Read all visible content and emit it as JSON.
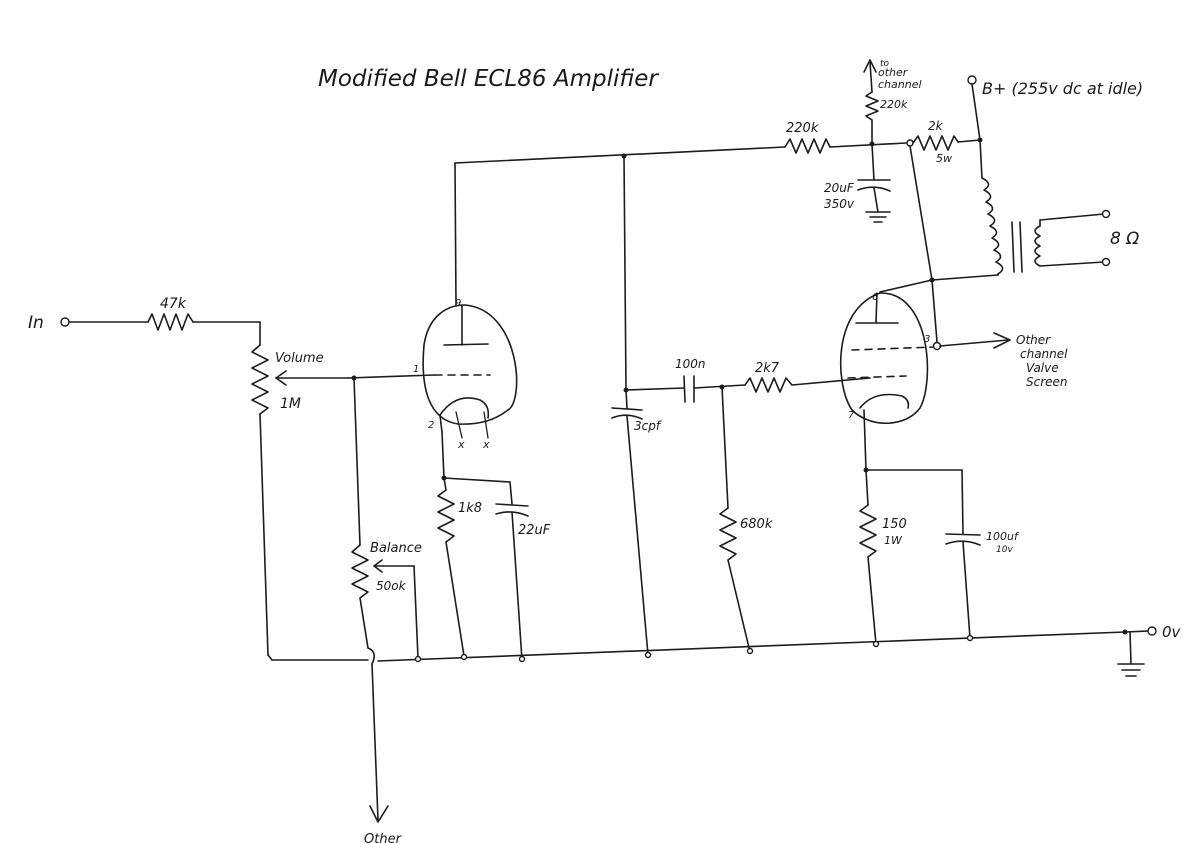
{
  "title": "Modified Bell ECL86 Amplifier",
  "labels": {
    "input": "In",
    "r_input": "47k",
    "volume_name": "Volume",
    "volume_value": "1M",
    "balance_name": "Balance",
    "balance_value": "50ok",
    "triode_plate_pin": "9",
    "triode_grid_pin": "1",
    "triode_cathode_pin": "2",
    "heater_x1": "x",
    "heater_x2": "x",
    "r_cathode1": "1k8",
    "c_cathode1": "22uF",
    "c_grid_shunt": "3cpf",
    "c_coupling": "100n",
    "r_grid_stop": "2k7",
    "r_grid_leak": "680k",
    "pentode_plate_pin": "6",
    "pentode_screen_pin": "3",
    "pentode_cathode_pin": "7",
    "r_cathode2_value": "150",
    "r_cathode2_power": "1W",
    "c_cathode2_value": "100uf",
    "c_cathode2_voltage": "10v",
    "r_plate_load": "220k",
    "to_other_1": "to",
    "to_other_2": "other",
    "to_other_3": "channel",
    "r_other": "220k",
    "c_supply_value": "20uF",
    "c_supply_voltage": "350v",
    "r_supply_value": "2k",
    "r_supply_power": "5w",
    "bplus": "B+ (255v dc at idle)",
    "speaker": "8 Ω",
    "other_screen_1": "Other",
    "other_screen_2": "channel",
    "other_screen_3": "Valve",
    "other_screen_4": "Screen",
    "ground_out": "0v",
    "other_bottom": "Other"
  },
  "colors": {
    "ink": "#1c1c1c",
    "paper": "#ffffff"
  }
}
